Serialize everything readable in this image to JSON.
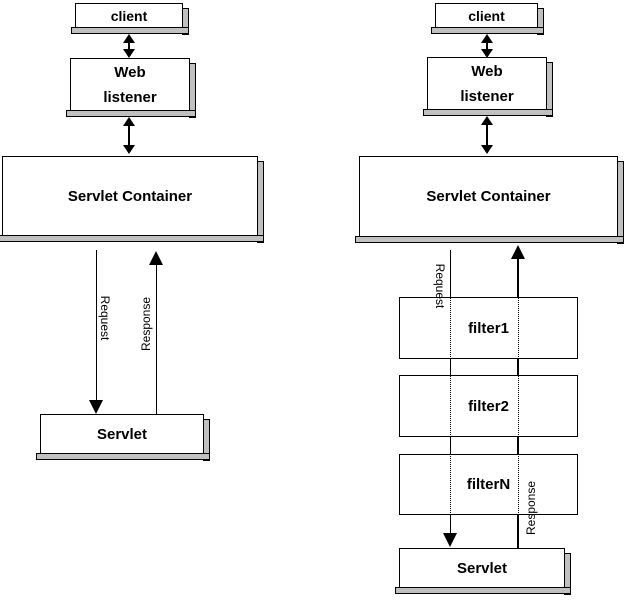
{
  "colors": {
    "background": "#ffffff",
    "box_fill": "#ffffff",
    "line": "#000000",
    "shadow": "#c0c0c0",
    "text": "#000000"
  },
  "left_diagram": {
    "client_label": "client",
    "web_listener_lines": [
      "Web",
      "listener"
    ],
    "container_label": "Servlet Container",
    "request_label": "Request",
    "response_label": "Response",
    "servlet_label": "Servlet"
  },
  "right_diagram": {
    "client_label": "client",
    "web_listener_lines": [
      "Web",
      "listener"
    ],
    "container_label": "Servlet Container",
    "request_label": "Request",
    "response_label": "Response",
    "filters": [
      "filter1",
      "filter2",
      "filterN"
    ],
    "servlet_label": "Servlet"
  }
}
